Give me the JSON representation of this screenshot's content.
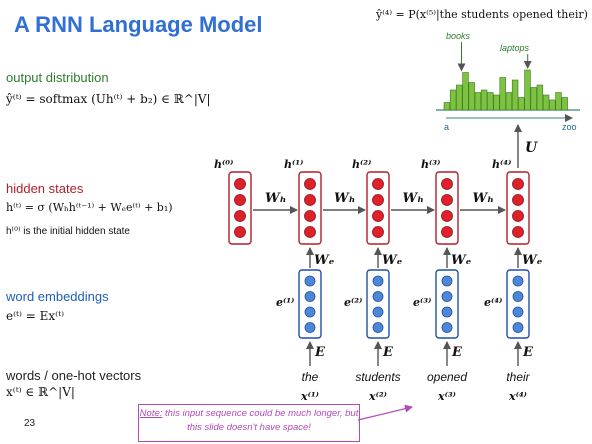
{
  "title": "A RNN Language Model",
  "top_formula": "ŷ⁽⁴⁾ = P(x⁽⁵⁾|the students opened their)",
  "sections": {
    "output": {
      "label": "output distribution",
      "formula": "ŷ⁽ᵗ⁾ = softmax (Uh⁽ᵗ⁾ + b₂) ∈ ℝ^|V|"
    },
    "hidden": {
      "label": "hidden states",
      "formula": "h⁽ᵗ⁾ = σ (Wₕh⁽ᵗ⁻¹⁾ + Wₑe⁽ᵗ⁾ + b₁)",
      "note": "h⁽⁰⁾ is the initial hidden state"
    },
    "embed": {
      "label": "word embeddings",
      "formula": "e⁽ᵗ⁾ = Ex⁽ᵗ⁾"
    },
    "words": {
      "label": "words / one-hot vectors",
      "formula": "x⁽ᵗ⁾ ∈ ℝ^|V|"
    }
  },
  "histogram": {
    "annot_books": "books",
    "annot_laptops": "laptops",
    "axis_start": "a",
    "axis_end": "zoo",
    "bar_levels": [
      0.15,
      0.4,
      0.5,
      0.75,
      0.55,
      0.35,
      0.4,
      0.35,
      0.3,
      0.65,
      0.35,
      0.6,
      0.25,
      0.8,
      0.45,
      0.5,
      0.3,
      0.2,
      0.35,
      0.25
    ],
    "bar_color": "#7dc242"
  },
  "hidden_labels": [
    "h⁽⁰⁾",
    "h⁽¹⁾",
    "h⁽²⁾",
    "h⁽³⁾",
    "h⁽⁴⁾"
  ],
  "embed_labels": [
    "e⁽¹⁾",
    "e⁽²⁾",
    "e⁽³⁾",
    "e⁽⁴⁾"
  ],
  "weights": {
    "wh": "Wₕ",
    "we": "Wₑ",
    "e": "E",
    "u": "U"
  },
  "words": [
    "the",
    "students",
    "opened",
    "their"
  ],
  "x_labels": [
    "x⁽¹⁾",
    "x⁽²⁾",
    "x⁽³⁾",
    "x⁽⁴⁾"
  ],
  "note": {
    "prefix": "Note:",
    "text": " this input sequence could be much longer, but this slide doesn't have space!"
  },
  "page_number": "23",
  "colors": {
    "hidden_border": "#b11f28",
    "hidden_dot": "#e0202a",
    "embed_border": "#1f4fa8",
    "embed_dot": "#4f86d6",
    "title": "#2f6fd6"
  }
}
